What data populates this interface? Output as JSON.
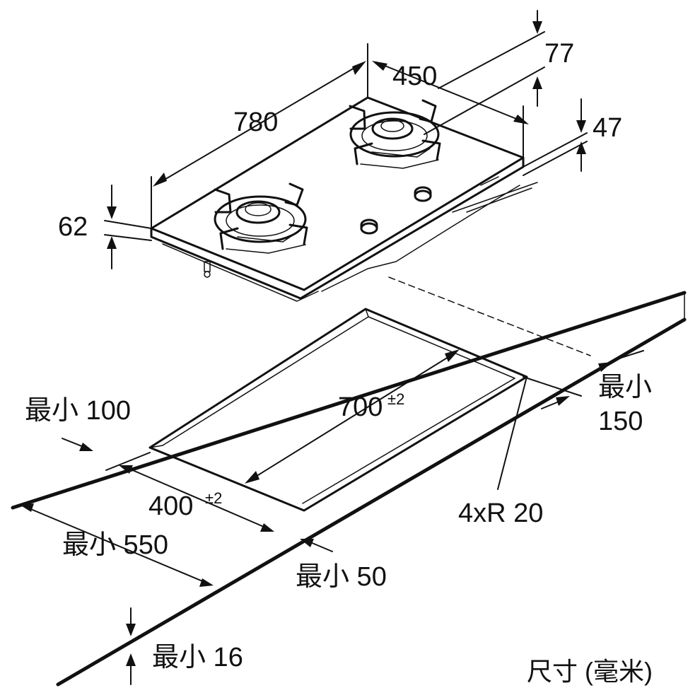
{
  "dimensions": {
    "d780": "780",
    "d450": "450",
    "d77": "77",
    "d47": "47",
    "d62": "62",
    "d700": "700",
    "d700_tol": "±2",
    "d400": "400",
    "d400_tol": "±2",
    "corner_radius": "4xR 20"
  },
  "clearances": {
    "min100": "最小 100",
    "min150_line1": "最小",
    "min150_line2": "150",
    "min550": "最小 550",
    "min50": "最小 50",
    "min16": "最小 16"
  },
  "unit_label": "尺寸 (毫米)"
}
